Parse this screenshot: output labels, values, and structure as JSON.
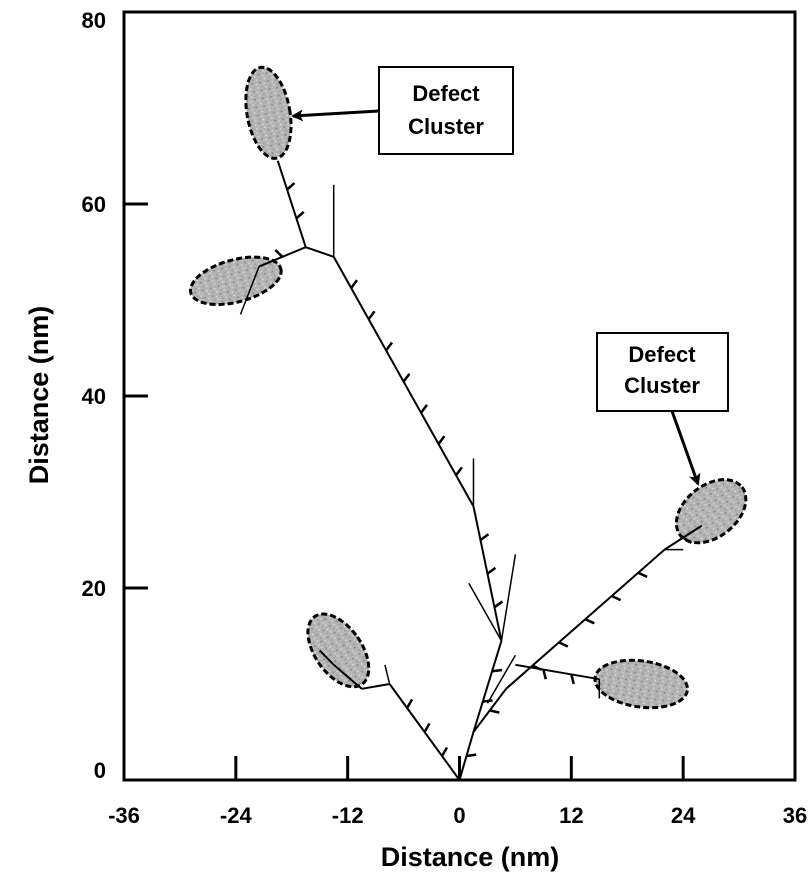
{
  "chart_data": {
    "type": "scatter",
    "title": "",
    "xlabel": "Distance (nm)",
    "ylabel": "Distance (nm)",
    "xlim": [
      -36,
      36
    ],
    "ylim": [
      0,
      80
    ],
    "x_ticks": [
      -36,
      -24,
      -12,
      0,
      12,
      24,
      36
    ],
    "y_ticks": [
      0,
      20,
      40,
      60,
      80
    ],
    "x_tick_labels": [
      "-36",
      "-24",
      "-12",
      "0",
      "12",
      "24",
      "36"
    ],
    "y_tick_labels": [
      "0",
      "20",
      "40",
      "60",
      "80"
    ],
    "grid": false,
    "legend": "none",
    "dislocation_segments": [
      {
        "x": [
          0,
          1.5,
          4.5
        ],
        "y": [
          0,
          5,
          14.5
        ]
      },
      {
        "x": [
          4.5,
          1.5
        ],
        "y": [
          14.5,
          28.5
        ]
      },
      {
        "x": [
          1.5,
          -13.5
        ],
        "y": [
          28.5,
          54.5
        ]
      },
      {
        "x": [
          -13.5,
          -16.5
        ],
        "y": [
          54.5,
          55.5
        ]
      },
      {
        "x": [
          -16.5,
          -19.5
        ],
        "y": [
          55.5,
          64.5
        ]
      },
      {
        "x": [
          -16.5,
          -21.5
        ],
        "y": [
          55.5,
          53.5
        ]
      },
      {
        "x": [
          1.5,
          5
        ],
        "y": [
          5,
          9.5
        ]
      },
      {
        "x": [
          5,
          22
        ],
        "y": [
          9.5,
          24
        ]
      },
      {
        "x": [
          22,
          26
        ],
        "y": [
          24,
          26.5
        ]
      },
      {
        "x": [
          6,
          15
        ],
        "y": [
          12,
          10.5
        ]
      },
      {
        "x": [
          0,
          -7.5
        ],
        "y": [
          0,
          10
        ]
      },
      {
        "x": [
          -7.5,
          -10.5
        ],
        "y": [
          10,
          9.5
        ]
      },
      {
        "x": [
          -10.5,
          -13.5
        ],
        "y": [
          9.5,
          12
        ]
      },
      {
        "x": [
          -13.5,
          -15
        ],
        "y": [
          12,
          13.5
        ]
      }
    ],
    "branch_segments": [
      {
        "x": [
          1.5,
          1.5
        ],
        "y": [
          28.5,
          33.5
        ]
      },
      {
        "x": [
          4.5,
          1
        ],
        "y": [
          14.5,
          20.5
        ]
      },
      {
        "x": [
          4.5,
          6
        ],
        "y": [
          14.5,
          23.5
        ]
      },
      {
        "x": [
          -13.5,
          -13.5
        ],
        "y": [
          54.5,
          62
        ]
      },
      {
        "x": [
          -21.5,
          -23.5
        ],
        "y": [
          53.5,
          48.5
        ]
      },
      {
        "x": [
          -7.5,
          -8
        ],
        "y": [
          10,
          12
        ]
      },
      {
        "x": [
          3,
          6
        ],
        "y": [
          8,
          13
        ]
      },
      {
        "x": [
          22,
          24
        ],
        "y": [
          24,
          24
        ]
      },
      {
        "x": [
          15,
          15
        ],
        "y": [
          10.5,
          8.5
        ]
      }
    ],
    "defect_clusters": [
      {
        "x": -20.5,
        "y": 69.5,
        "rx": 2.3,
        "ry": 4.8,
        "angle": -10
      },
      {
        "x": -24,
        "y": 52,
        "rx": 5,
        "ry": 2.2,
        "angle": -15
      },
      {
        "x": 27,
        "y": 28,
        "rx": 4.2,
        "ry": 2.7,
        "angle": -38
      },
      {
        "x": -13,
        "y": 13.5,
        "rx": 2.5,
        "ry": 4.3,
        "angle": -35
      },
      {
        "x": 19.5,
        "y": 10,
        "rx": 5,
        "ry": 2.4,
        "angle": 8
      }
    ],
    "annotations": [
      {
        "lines": [
          "Defect",
          "Cluster"
        ],
        "target": "upper-left cluster"
      },
      {
        "lines": [
          "Defect",
          "Cluster"
        ],
        "target": "right cluster"
      }
    ]
  }
}
